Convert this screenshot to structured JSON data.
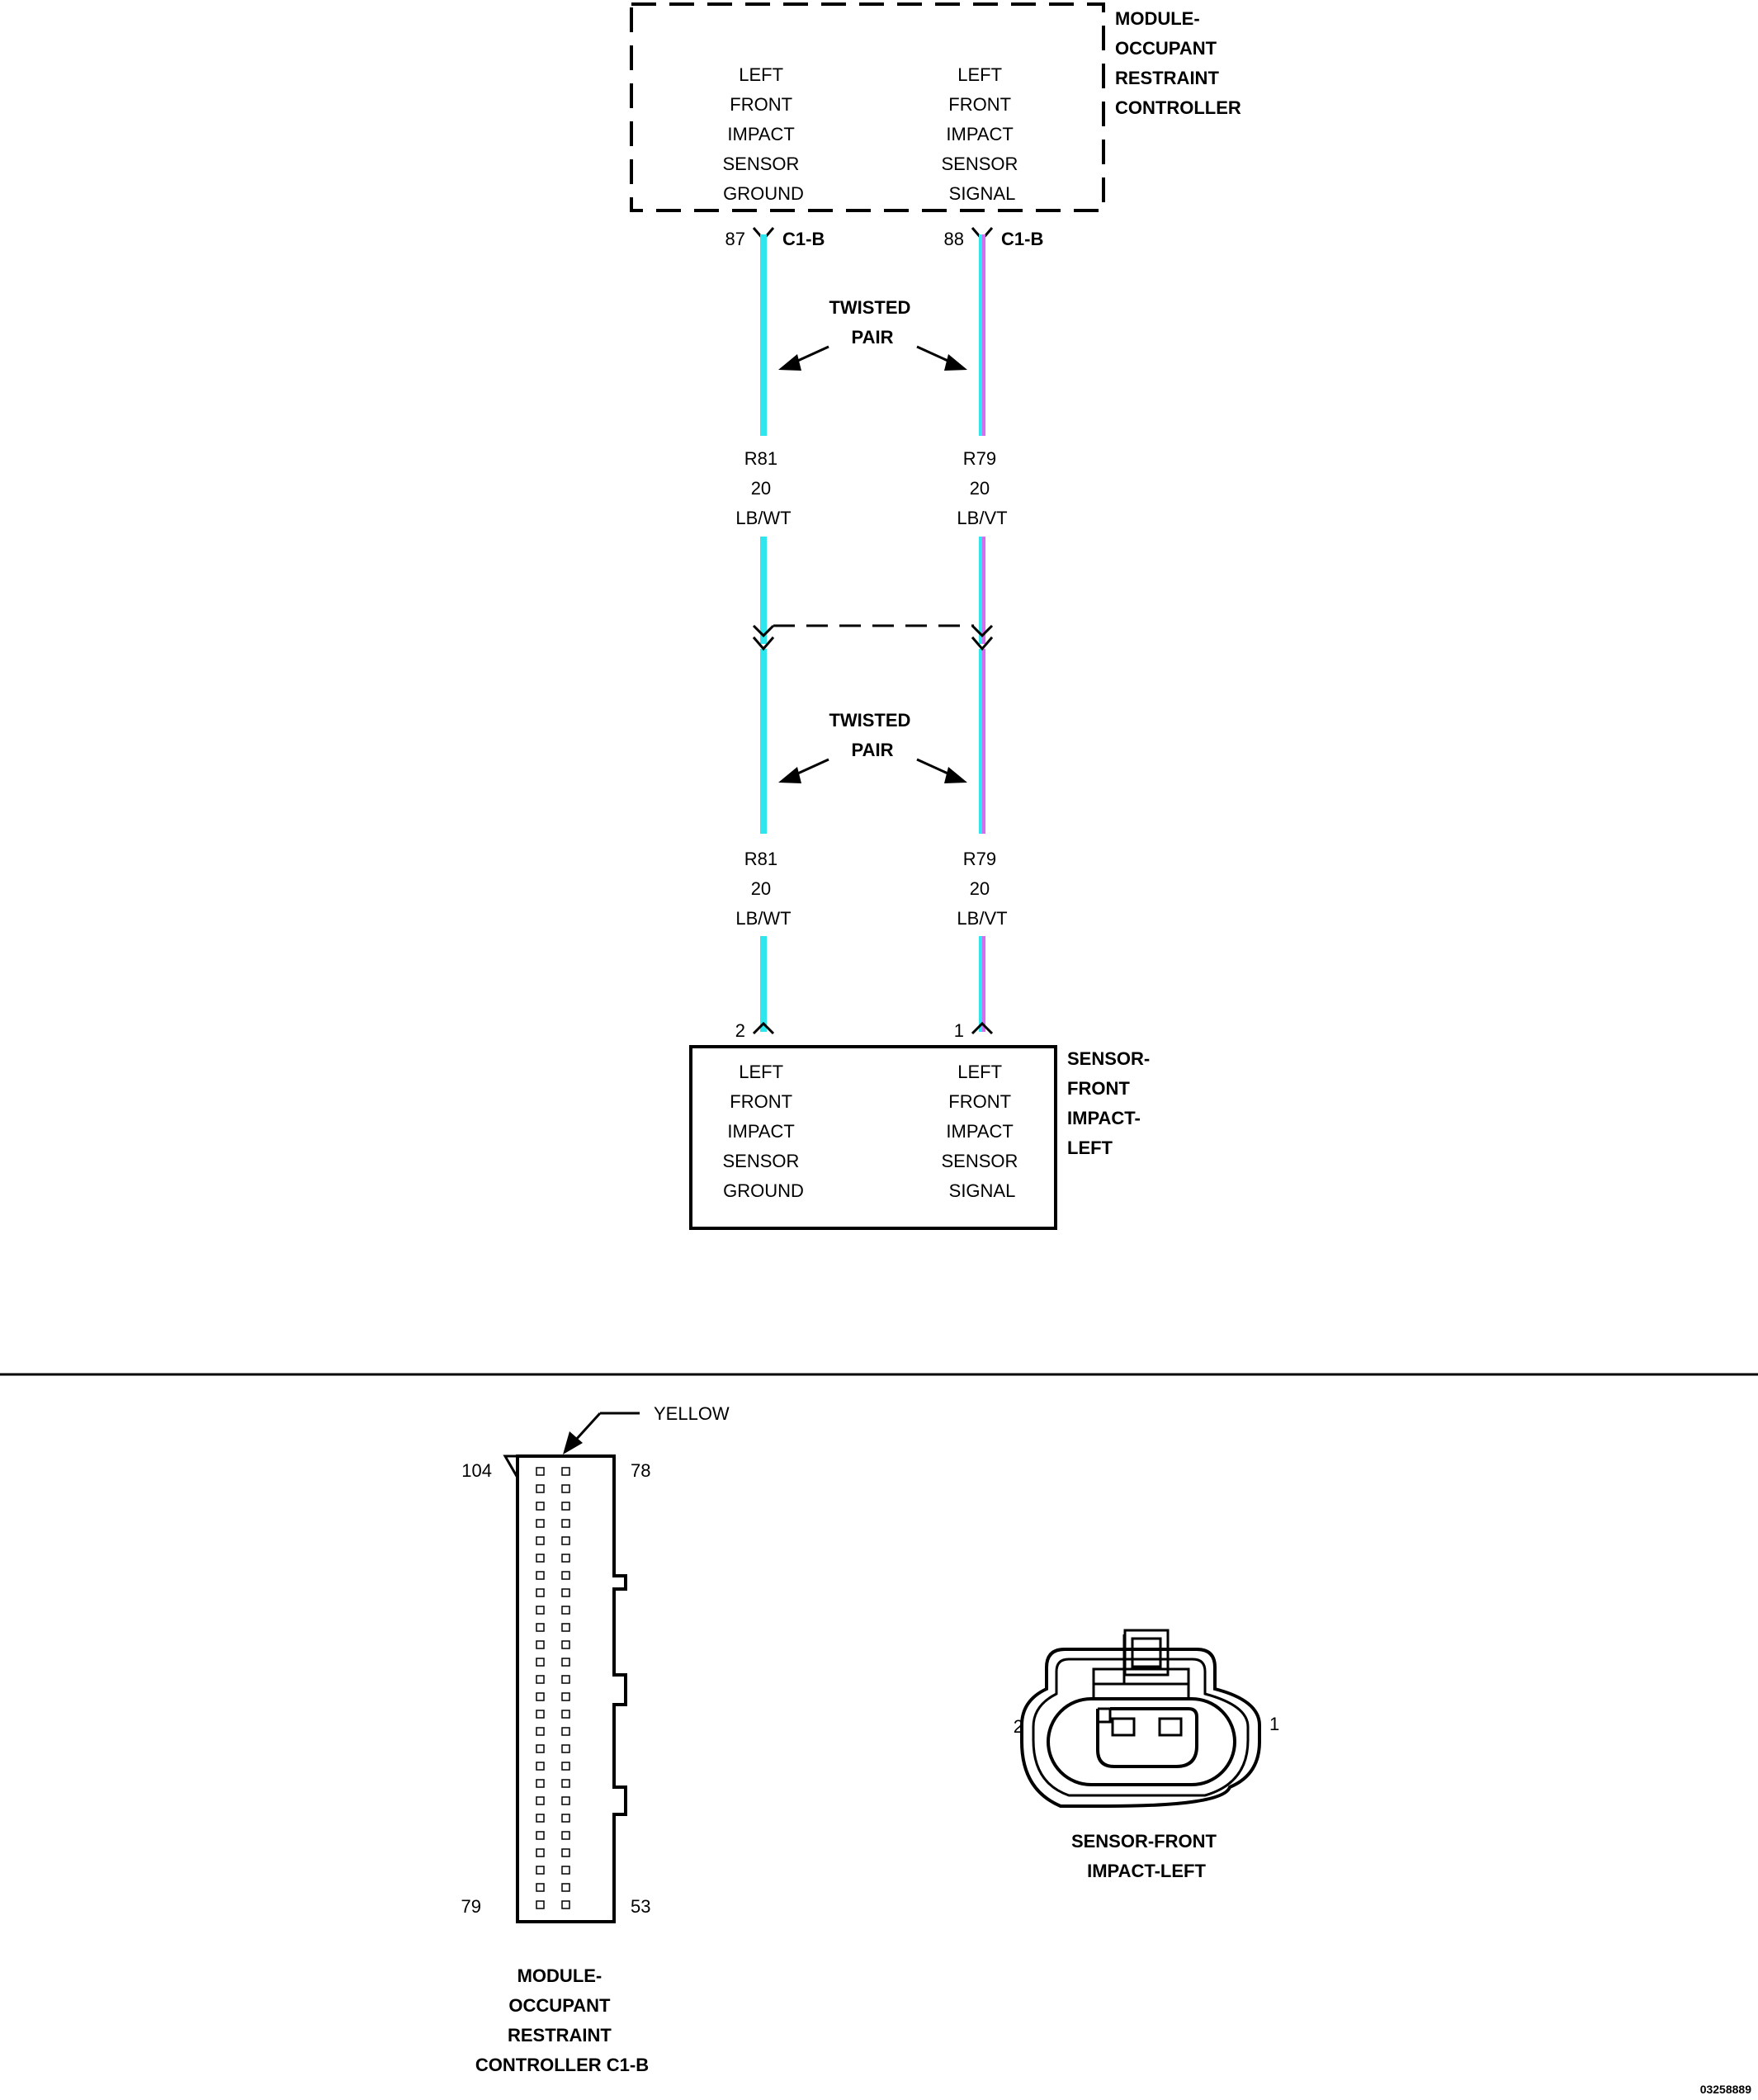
{
  "module": {
    "title": [
      "MODULE-",
      "OCCUPANT",
      "RESTRAINT",
      "CONTROLLER"
    ],
    "pin_ground_lines": [
      "LEFT",
      "FRONT",
      "IMPACT",
      "SENSOR",
      "GROUND"
    ],
    "pin_signal_lines": [
      "LEFT",
      "FRONT",
      "IMPACT",
      "SENSOR",
      "SIGNAL"
    ],
    "pin_ground_num": "87",
    "pin_signal_num": "88",
    "connector_ground": "C1-B",
    "connector_signal": "C1-B"
  },
  "twisted_pair": [
    "TWISTED",
    "PAIR"
  ],
  "wires_upper": {
    "ground": [
      "R81",
      "20",
      "LB/WT"
    ],
    "signal": [
      "R79",
      "20",
      "LB/VT"
    ]
  },
  "wires_lower": {
    "ground": [
      "R81",
      "20",
      "LB/WT"
    ],
    "signal": [
      "R79",
      "20",
      "LB/VT"
    ]
  },
  "sensor": {
    "title": [
      "SENSOR-",
      "FRONT",
      "IMPACT-",
      "LEFT"
    ],
    "pin_ground_num": "2",
    "pin_signal_num": "1",
    "pin_ground_lines": [
      "LEFT",
      "FRONT",
      "IMPACT",
      "SENSOR",
      "GROUND"
    ],
    "pin_signal_lines": [
      "LEFT",
      "FRONT",
      "IMPACT",
      "SENSOR",
      "SIGNAL"
    ]
  },
  "wire_colors": {
    "light_blue": "#2ee6ee",
    "violet": "#d46bf0"
  },
  "connector_c1b": {
    "color_label": "YELLOW",
    "pin_top_left": "104",
    "pin_top_right": "78",
    "pin_bottom_left": "79",
    "pin_bottom_right": "53",
    "title": [
      "MODULE-",
      "OCCUPANT",
      "RESTRAINT",
      "CONTROLLER C1-B"
    ]
  },
  "connector_sensor": {
    "pin_left": "2",
    "pin_right": "1",
    "title": [
      "SENSOR-FRONT",
      "IMPACT-LEFT"
    ]
  },
  "figure_id": "03258889"
}
